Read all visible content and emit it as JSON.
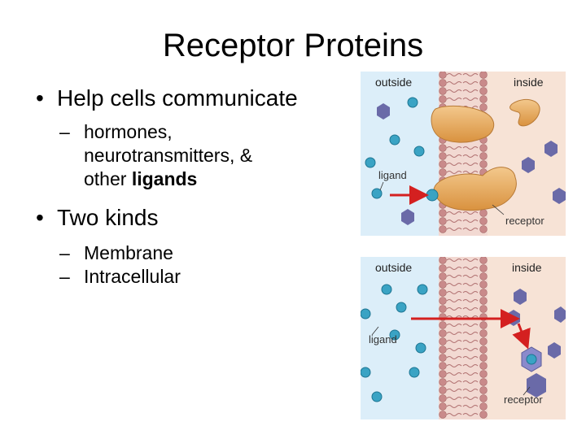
{
  "slide": {
    "title": "Receptor Proteins",
    "bullets": [
      {
        "text": "Help cells communicate",
        "sub": [
          {
            "lines": [
              "hormones,",
              "neurotransmitters, &"
            ],
            "last_plain": "other ",
            "last_bold": "ligands"
          }
        ]
      },
      {
        "text": "Two kinds",
        "sub": [
          {
            "text": "Membrane"
          },
          {
            "text": "Intracellular"
          }
        ]
      }
    ]
  },
  "figure_top": {
    "label_outside": "outside",
    "label_inside": "inside",
    "label_ligand": "ligand",
    "label_receptor": "receptor"
  },
  "figure_bottom": {
    "label_outside": "outside",
    "label_inside": "inside",
    "label_ligand": "ligand",
    "label_receptor": "receptor"
  },
  "colors": {
    "outside_bg": "#dceef9",
    "inside_bg": "#f7e3d6",
    "lipid_head": "#c98a8a",
    "ligand": "#3aa3c4",
    "protein": "#e8a860",
    "hexagon": "#6a6aa8",
    "arrow": "#d42020"
  }
}
